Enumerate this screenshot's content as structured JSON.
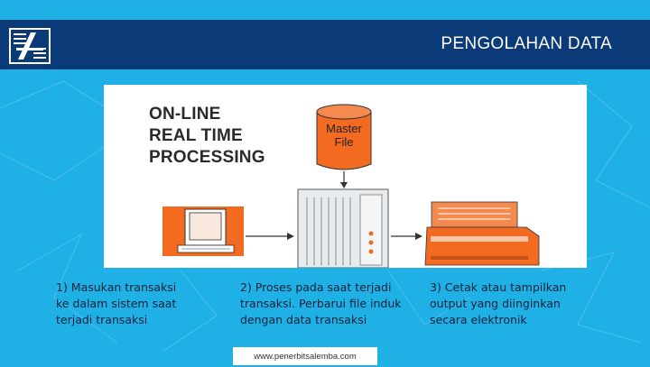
{
  "header": {
    "title": "PENGOLAHAN DATA",
    "logo_icon": "company-logo-icon"
  },
  "diagram": {
    "heading_lines": [
      "ON-LINE",
      "REAL TIME",
      "PROCESSING"
    ],
    "master_file_lines": [
      "Master",
      "File"
    ],
    "components": [
      "terminal-icon",
      "database-icon",
      "server-cabinet-icon",
      "printer-icon"
    ],
    "accent_color": "#f26b21",
    "arrow_color": "#333333"
  },
  "captions": [
    {
      "lines": [
        "1) Masukan transaksi",
        "ke dalam sistem saat",
        "terjadi transaksi"
      ]
    },
    {
      "lines": [
        "2) Proses pada saat terjadi",
        "transaksi. Perbarui file induk",
        "dengan data transaksi"
      ]
    },
    {
      "lines": [
        "3) Cetak atau tampilkan",
        "output yang diinginkan",
        "secara elektronik"
      ]
    }
  ],
  "footer": {
    "url": "www.penerbitsalemba.com"
  }
}
